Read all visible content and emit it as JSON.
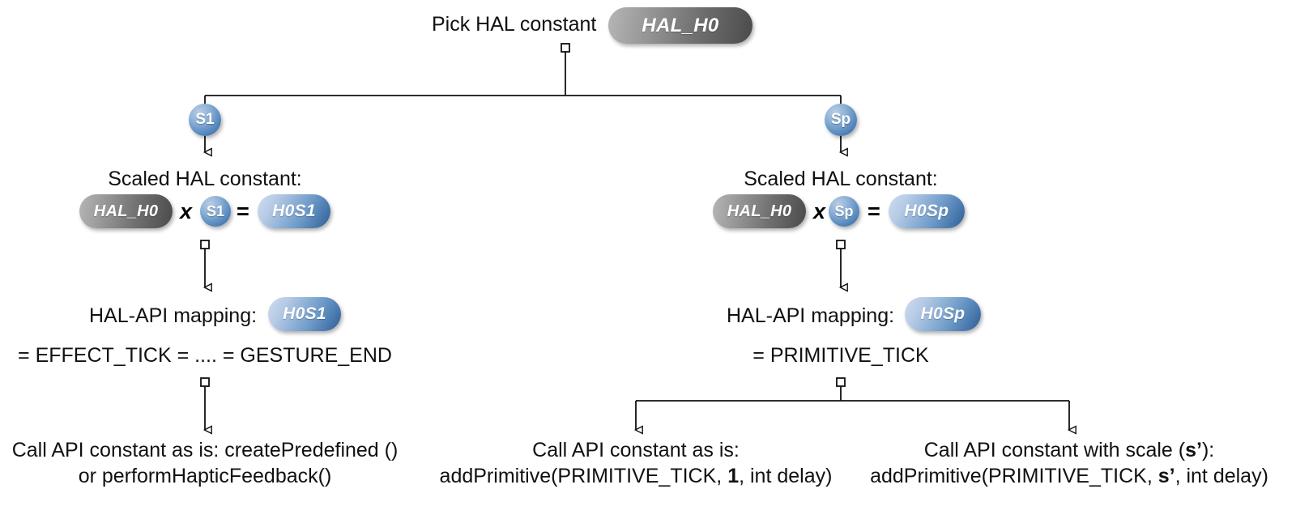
{
  "diagram": {
    "title": "HAL constant to API call decision flow",
    "colors": {
      "background": "#ffffff",
      "text": "#111111",
      "connector": "#1a1a1a",
      "gray_pill_start": "#b6b6b6",
      "gray_pill_end": "#4b4b4b",
      "blue_pill_start": "#cfdcee",
      "blue_pill_end": "#2c5d96",
      "circle_start": "#b9cde4",
      "circle_end": "#2f5f96"
    },
    "root": {
      "label": "Pick HAL constant",
      "pill": "HAL_H0"
    },
    "branches": [
      {
        "id": "s1",
        "badge": "S1",
        "scaled": {
          "label": "Scaled HAL constant:",
          "operand_a": "HAL_H0",
          "operator_multiply": "x",
          "operand_b": "S1",
          "operator_equals": "=",
          "result": "H0S1"
        },
        "mapping": {
          "label": "HAL-API mapping:",
          "pill": "H0S1",
          "expansion": "= EFFECT_TICK = .... = GESTURE_END"
        },
        "outcomes": [
          {
            "line1": "Call API constant as is: createPredefined ()",
            "line2": "or performHapticFeedback()"
          }
        ]
      },
      {
        "id": "sp",
        "badge": "Sp",
        "scaled": {
          "label": "Scaled HAL constant:",
          "operand_a": "HAL_H0",
          "operator_multiply": "x",
          "operand_b": "Sp",
          "operator_equals": "=",
          "result": "H0Sp"
        },
        "mapping": {
          "label": "HAL-API mapping:",
          "pill": "H0Sp",
          "expansion": "= PRIMITIVE_TICK"
        },
        "outcomes": [
          {
            "line1": "Call API constant as is:",
            "line2_pre": "addPrimitive(PRIMITIVE_TICK, ",
            "line2_bold": "1",
            "line2_post": ", int delay)"
          },
          {
            "line1_pre": "Call API constant with scale (",
            "line1_bold": "s’",
            "line1_post": "):",
            "line2_pre": "addPrimitive(PRIMITIVE_TICK, ",
            "line2_bold": "s’",
            "line2_post": ", int delay)"
          }
        ]
      }
    ]
  }
}
